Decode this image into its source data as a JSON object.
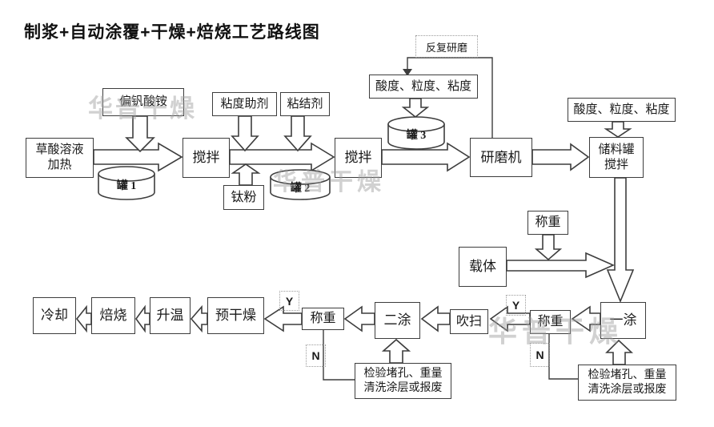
{
  "title": "制浆+自动涂覆+干燥+焙烧工艺路线图",
  "watermark": {
    "text": "华普干燥"
  },
  "colors": {
    "line": "#3d3d3d",
    "watermark_gray": "#9e9e9e",
    "background": "#ffffff"
  },
  "nodes": {
    "ammonium_metavanadate": "偏钒酸铵",
    "viscosity_aid": "粘度助剂",
    "binder": "粘结剂",
    "repeat_grinding": "反复研磨",
    "quality_check_grind": "酸度、粒度、粘度",
    "quality_check_store": "酸度、粒度、粘度",
    "oxalic_line1": "草酸溶液",
    "oxalic_line2": "加热",
    "stir_1": "搅拌",
    "titanium_powder": "钛粉",
    "stir_2": "搅拌",
    "grinder": "研磨机",
    "storage_line1": "储料罐",
    "storage_line2": "搅拌",
    "carrier": "载体",
    "weigh_carrier": "称重",
    "cooling": "冷却",
    "roasting": "焙烧",
    "heat_up": "升温",
    "pre_drying": "预干燥",
    "weigh_second_coat": "称重",
    "second_coat": "二涂",
    "purge": "吹扫",
    "weigh_first_coat": "称重",
    "first_coat": "一涂",
    "inspect_line1": "检验堵孔、重量",
    "inspect_line2": "清洗涂层或报废",
    "tank1": "罐 1",
    "tank2": "罐 2",
    "tank3": "罐 3",
    "yes": "Y",
    "no": "N"
  }
}
